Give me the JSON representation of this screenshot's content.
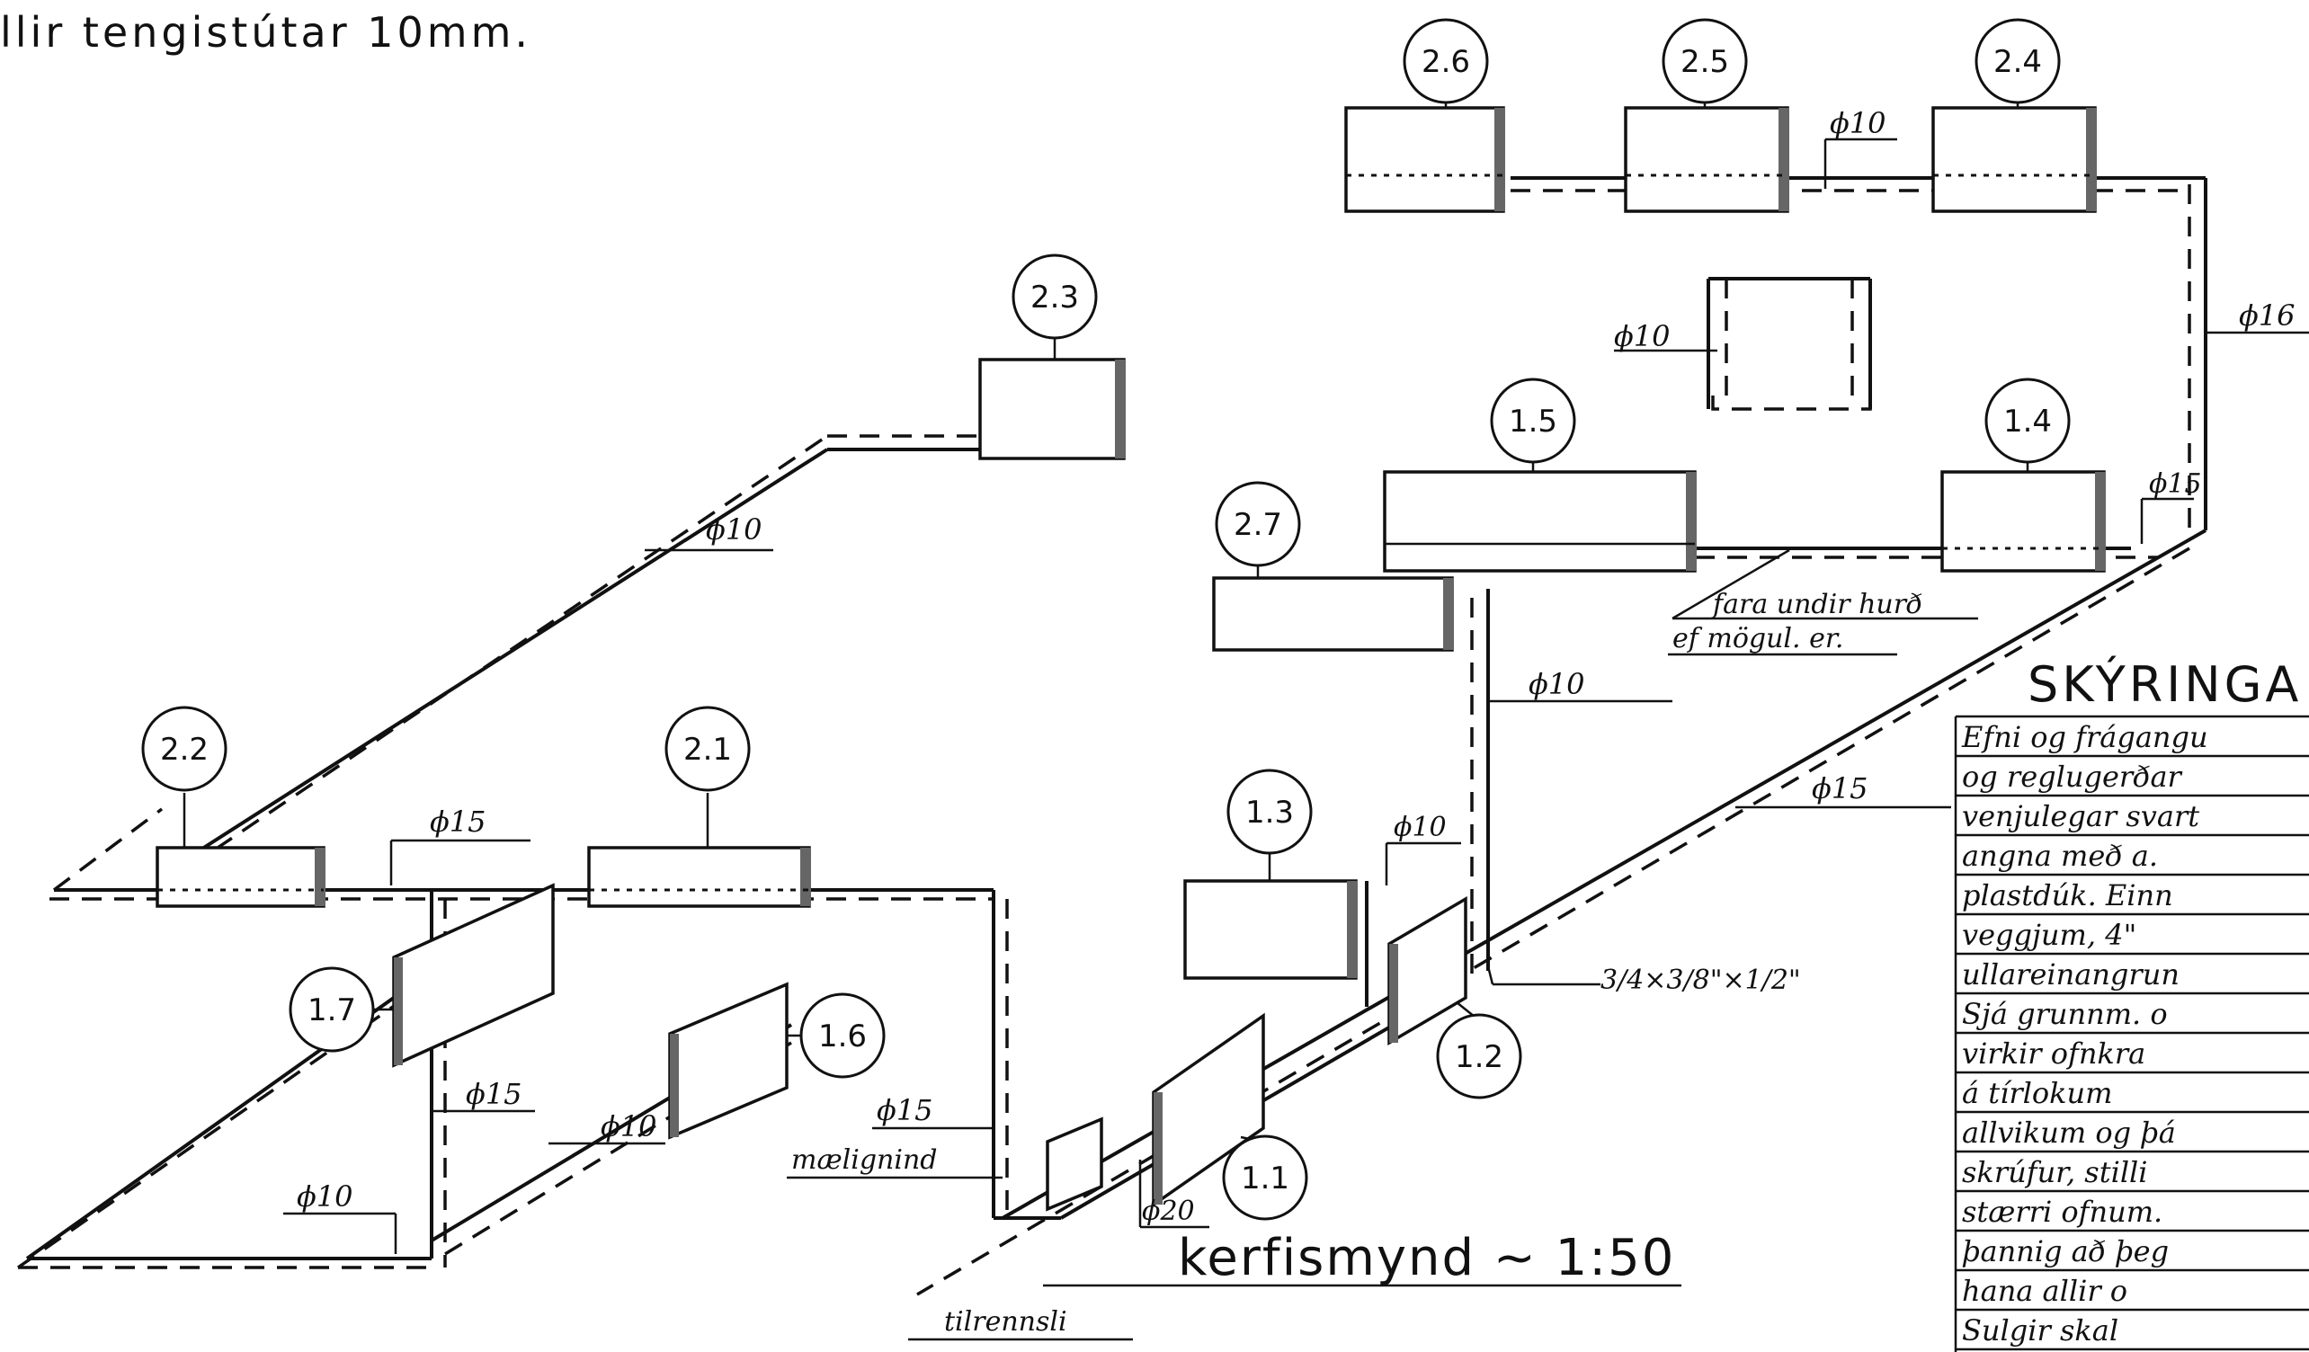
{
  "header_note": "llir tengistútar 10mm.",
  "title": "kerfismynd ~ 1:50",
  "legend_title": "SKÝRINGA",
  "legend_lines": [
    "Efni og frágangu",
    "og reglugerðar",
    "venjulegar svart",
    "angna með a.",
    "plastdúk. Einn",
    "veggjum, 4\"",
    "ullareinangrun",
    "Sjá grunnm. o",
    "virkir ofnkra",
    "á tírlokum",
    "allvikum og þá",
    "skrúfur, stilli",
    "stærri ofnum.",
    "þannig að þeg",
    "hana allir o",
    "Sulgir skal"
  ],
  "radiator_labels": {
    "r26": "2.6",
    "r25": "2.5",
    "r24": "2.4",
    "r23": "2.3",
    "r22": "2.2",
    "r21": "2.1",
    "r27": "2.7",
    "r15": "1.5",
    "r14": "1.4",
    "r13": "1.3",
    "r12": "1.2",
    "r11": "1.1",
    "r17": "1.7",
    "r16": "1.6"
  },
  "pipe_labels": {
    "p10_top": "ϕ10",
    "p16": "ϕ16",
    "p10_mid": "ϕ10",
    "p15_right": "ϕ15",
    "p10_23": "ϕ10",
    "p10_27": "ϕ10",
    "p15_main": "ϕ15",
    "p10_13": "ϕ10",
    "p15_left": "ϕ15",
    "p15_17": "ϕ15",
    "p10_16": "ϕ10",
    "p10_low": "ϕ10",
    "p15_mid": "ϕ15",
    "p20": "ϕ20",
    "reducer": "3/4×3/8\"×1/2\""
  },
  "notes": {
    "under_floor_1": "fara undir hurð",
    "under_floor_2": "ef mögul. er.",
    "valve_note": "mælignind",
    "bottom_note": "tilrennsli"
  }
}
